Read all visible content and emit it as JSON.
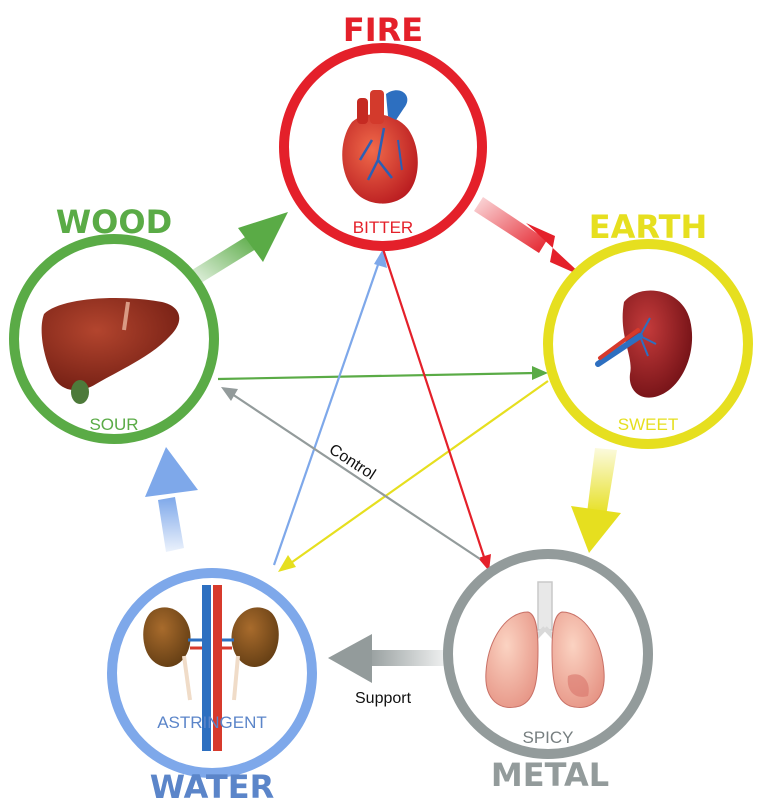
{
  "elements": {
    "fire": {
      "name": "FIRE",
      "taste": "BITTER",
      "organ": "heart-icon",
      "color": "#e4202a"
    },
    "earth": {
      "name": "EARTH",
      "taste": "SWEET",
      "organ": "spleen-icon",
      "color": "#e6df1f"
    },
    "metal": {
      "name": "METAL",
      "taste": "SPICY",
      "organ": "lungs-icon",
      "color": "#939b9b"
    },
    "water": {
      "name": "WATER",
      "taste": "ASTRINGENT",
      "organ": "kidneys-icon",
      "color": "#7ea8ea"
    },
    "wood": {
      "name": "WOOD",
      "taste": "SOUR",
      "organ": "liver-icon",
      "color": "#5aab46"
    }
  },
  "labels": {
    "control": "Control",
    "support": "Support"
  }
}
